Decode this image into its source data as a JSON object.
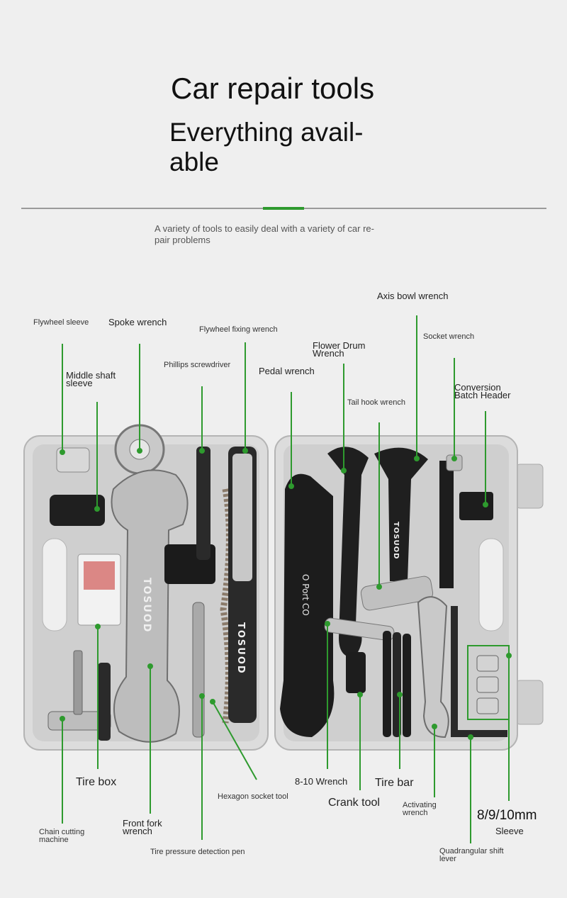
{
  "header": {
    "title": "Car repair tools",
    "subtitle_line1": "Everything avail-",
    "subtitle_line2": "able",
    "description_line1": "A variety of tools to easily deal with a variety of car re-",
    "description_line2": "pair problems"
  },
  "colors": {
    "accent_green": "#2e9a2e",
    "background": "#efefef",
    "case_gray": "#d9d9d9"
  },
  "product": {
    "brand_text": "TOSUOD",
    "wrench_marking": "O Port CO"
  },
  "labels": {
    "flywheel_sleeve": "Flywheel sleeve",
    "spoke_wrench": "Spoke wrench",
    "flywheel_fixing_wrench": "Flywheel fixing wrench",
    "middle_shaft_line1": "Middle shaft",
    "middle_shaft_line2": "sleeve",
    "phillips_screwdriver": "Phillips screwdriver",
    "pedal_wrench": "Pedal wrench",
    "flower_drum_line1": "Flower Drum",
    "flower_drum_line2": "Wrench",
    "axis_bowl_wrench": "Axis bowl wrench",
    "socket_wrench": "Socket wrench",
    "tail_hook_wrench": "Tail hook wrench",
    "conversion_line1": "Conversion",
    "conversion_line2": "Batch Header",
    "tire_box": "Tire box",
    "hexagon_socket_tool": "Hexagon socket tool",
    "wrench_8_10": "8-10 Wrench",
    "tire_bar": "Tire bar",
    "crank_tool": "Crank tool",
    "activating_line1": "Activating",
    "activating_line2": "wrench",
    "size_8_9_10": "8/9/10mm",
    "sleeve": "Sleeve",
    "chain_cutting_line1": "Chain cutting",
    "chain_cutting_line2": "machine",
    "front_fork_line1": "Front fork",
    "front_fork_line2": "wrench",
    "tire_pressure_pen": "Tire pressure detection pen",
    "quadrangular_line1": "Quadrangular shift",
    "quadrangular_line2": "lever"
  }
}
